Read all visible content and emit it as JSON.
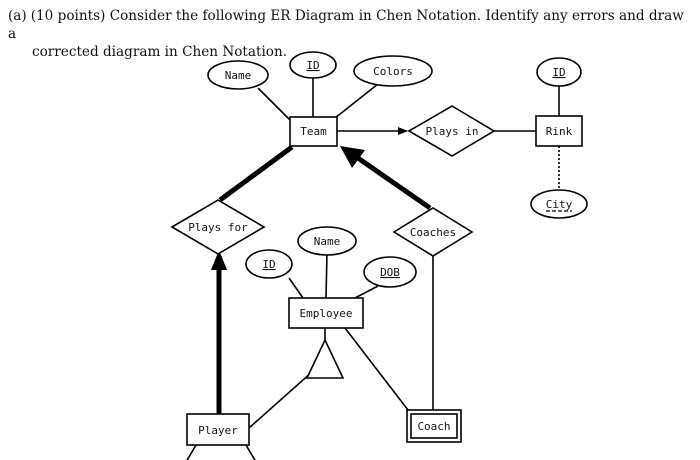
{
  "question": {
    "label": "(a)",
    "line1": "(10 points) Consider the following ER Diagram in Chen Notation. Identify any errors and draw a",
    "line2": "corrected diagram in Chen Notation."
  },
  "entities": {
    "team": "Team",
    "rink": "Rink",
    "employee": "Employee",
    "player": "Player",
    "coach": "Coach"
  },
  "relationships": {
    "plays_in": "Plays in",
    "plays_for": "Plays for",
    "coaches": "Coaches"
  },
  "attributes": {
    "team_name": "Name",
    "team_id": "ID",
    "team_colors": "Colors",
    "rink_id": "ID",
    "rink_city": "City",
    "employee_id": "ID",
    "employee_name": "Name",
    "employee_dob": "DOB"
  }
}
